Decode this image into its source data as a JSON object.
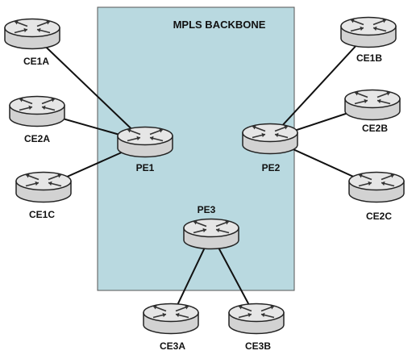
{
  "backbone": {
    "title": "MPLS BACKBONE",
    "fill": "#b9d9e0",
    "border": "#555555"
  },
  "routers": [
    {
      "id": "CE1A",
      "label": "CE1A"
    },
    {
      "id": "CE2A",
      "label": "CE2A"
    },
    {
      "id": "CE1C",
      "label": "CE1C"
    },
    {
      "id": "PE1",
      "label": "PE1"
    },
    {
      "id": "PE2",
      "label": "PE2"
    },
    {
      "id": "PE3",
      "label": "PE3"
    },
    {
      "id": "CE1B",
      "label": "CE1B"
    },
    {
      "id": "CE2B",
      "label": "CE2B"
    },
    {
      "id": "CE2C",
      "label": "CE2C"
    },
    {
      "id": "CE3A",
      "label": "CE3A"
    },
    {
      "id": "CE3B",
      "label": "CE3B"
    }
  ],
  "links": [
    [
      "CE1A",
      "PE1"
    ],
    [
      "CE2A",
      "PE1"
    ],
    [
      "CE1C",
      "PE1"
    ],
    [
      "CE1B",
      "PE2"
    ],
    [
      "CE2B",
      "PE2"
    ],
    [
      "CE2C",
      "PE2"
    ],
    [
      "PE3",
      "CE3A"
    ],
    [
      "PE3",
      "CE3B"
    ]
  ],
  "colors": {
    "router_body": "#d2d2d2",
    "router_top": "#e6e6e6",
    "router_outline": "#222222",
    "link": "#111111"
  },
  "icons": {
    "router": "router-icon"
  }
}
